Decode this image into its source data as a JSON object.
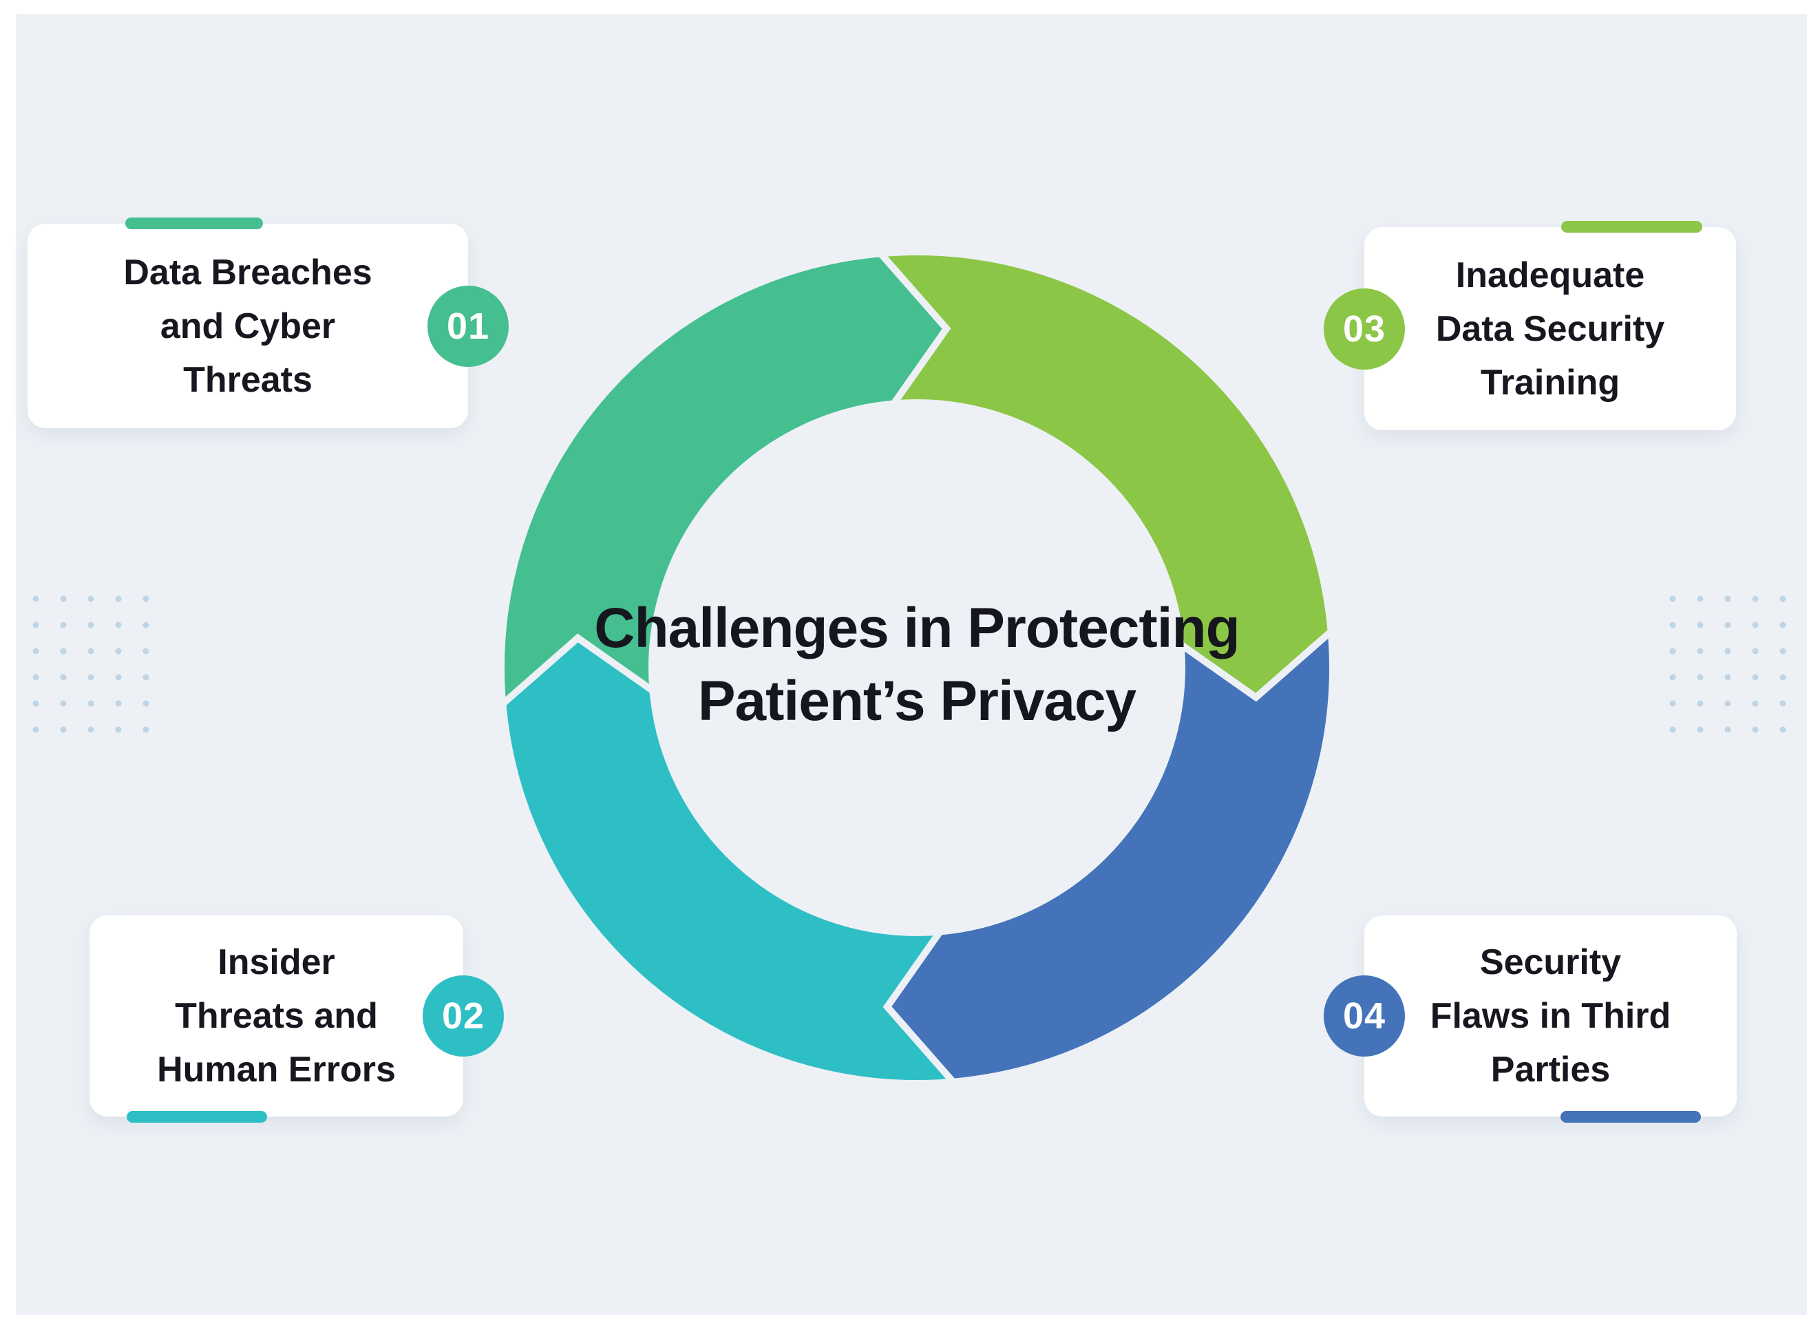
{
  "page": {
    "background_color": "#FFFFFF",
    "surface_color": "#EDF1F6"
  },
  "diagram": {
    "center_title": {
      "lines": [
        "Challenges in",
        "Protecting Patient’s",
        "Privacy"
      ],
      "text_color": "#16161E"
    },
    "ring_gap_color": "#EDF1F6",
    "steps": [
      {
        "number": "01",
        "label_lines": [
          "Data Breaches",
          "and Cyber",
          "Threats"
        ],
        "color": "#45BE90",
        "position": "top-left"
      },
      {
        "number": "02",
        "label_lines": [
          "Insider",
          "Threats and",
          "Human Errors"
        ],
        "color": "#2EBFC5",
        "position": "bottom-left"
      },
      {
        "number": "03",
        "label_lines": [
          "Inadequate",
          "Data Security",
          "Training"
        ],
        "color": "#8CC646",
        "position": "top-right"
      },
      {
        "number": "04",
        "label_lines": [
          "Security",
          "Flaws in Third",
          "Parties"
        ],
        "color": "#4473B9",
        "position": "bottom-right"
      }
    ]
  },
  "decor": {
    "dot_color": "#BFD4E5"
  }
}
